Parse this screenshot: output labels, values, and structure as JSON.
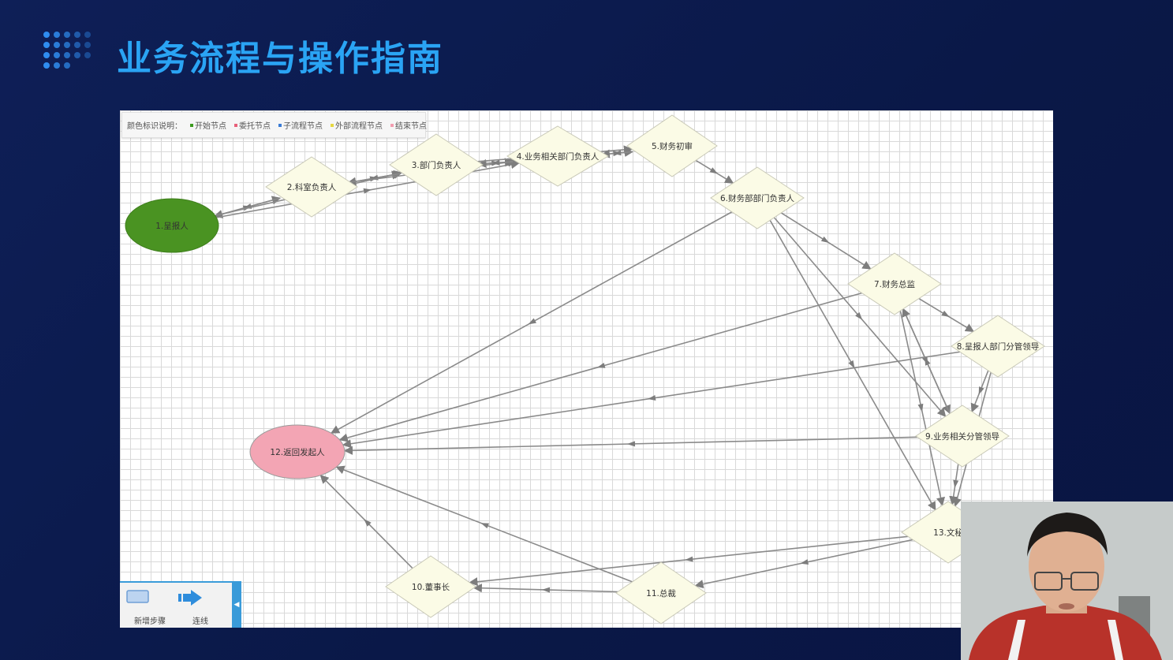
{
  "title": "业务流程与操作指南",
  "legend": {
    "label": "颜色标识说明：",
    "items": [
      {
        "label": "开始节点",
        "color": "#3c9a1f"
      },
      {
        "label": "委托节点",
        "color": "#e8607a"
      },
      {
        "label": "子流程节点",
        "color": "#3a7bd5"
      },
      {
        "label": "外部流程节点",
        "color": "#e6d740"
      },
      {
        "label": "结束节点",
        "color": "#f29db0"
      }
    ]
  },
  "nodes": [
    {
      "id": 1,
      "label": "1.呈报人",
      "shape": "ellipse",
      "fill": "#4a9322"
    },
    {
      "id": 2,
      "label": "2.科室负责人",
      "shape": "diamond",
      "fill": "#fbfbe6"
    },
    {
      "id": 3,
      "label": "3.部门负责人",
      "shape": "diamond",
      "fill": "#fbfbe6"
    },
    {
      "id": 4,
      "label": "4.业务相关部门负责人",
      "shape": "diamond",
      "fill": "#fbfbe6"
    },
    {
      "id": 5,
      "label": "5.财务初审",
      "shape": "diamond",
      "fill": "#fbfbe6"
    },
    {
      "id": 6,
      "label": "6.财务部部门负责人",
      "shape": "diamond",
      "fill": "#fbfbe6"
    },
    {
      "id": 7,
      "label": "7.财务总监",
      "shape": "diamond",
      "fill": "#fbfbe6"
    },
    {
      "id": 8,
      "label": "8.呈报人部门分管领导",
      "shape": "diamond",
      "fill": "#fbfbe6"
    },
    {
      "id": 9,
      "label": "9.业务相关分管领导",
      "shape": "diamond",
      "fill": "#fbfbe6"
    },
    {
      "id": 10,
      "label": "10.董事长",
      "shape": "diamond",
      "fill": "#fbfbe6"
    },
    {
      "id": 11,
      "label": "11.总裁",
      "shape": "diamond",
      "fill": "#fbfbe6"
    },
    {
      "id": 12,
      "label": "12.返回发起人",
      "shape": "ellipse",
      "fill": "#f3a5b4"
    },
    {
      "id": 13,
      "label": "13.文秘",
      "shape": "diamond",
      "fill": "#fbfbe6"
    }
  ],
  "edges": [
    [
      1,
      2
    ],
    [
      2,
      1
    ],
    [
      1,
      3
    ],
    [
      1,
      4
    ],
    [
      2,
      3
    ],
    [
      3,
      2
    ],
    [
      2,
      4
    ],
    [
      3,
      4
    ],
    [
      4,
      3
    ],
    [
      3,
      5
    ],
    [
      4,
      5
    ],
    [
      5,
      4
    ],
    [
      5,
      6
    ],
    [
      6,
      7
    ],
    [
      6,
      9
    ],
    [
      6,
      13
    ],
    [
      6,
      12
    ],
    [
      7,
      8
    ],
    [
      7,
      9
    ],
    [
      7,
      13
    ],
    [
      7,
      12
    ],
    [
      8,
      9
    ],
    [
      8,
      13
    ],
    [
      8,
      12
    ],
    [
      9,
      13
    ],
    [
      9,
      12
    ],
    [
      9,
      7
    ],
    [
      13,
      10
    ],
    [
      13,
      11
    ],
    [
      11,
      10
    ],
    [
      11,
      12
    ],
    [
      10,
      12
    ]
  ],
  "toolbar": {
    "add_step": "新增步骤",
    "connect": "连线"
  },
  "colors": {
    "edge": "#8a8a8a",
    "accent": "#2aa4f4",
    "toolbar_accent": "#3a9bd9"
  }
}
